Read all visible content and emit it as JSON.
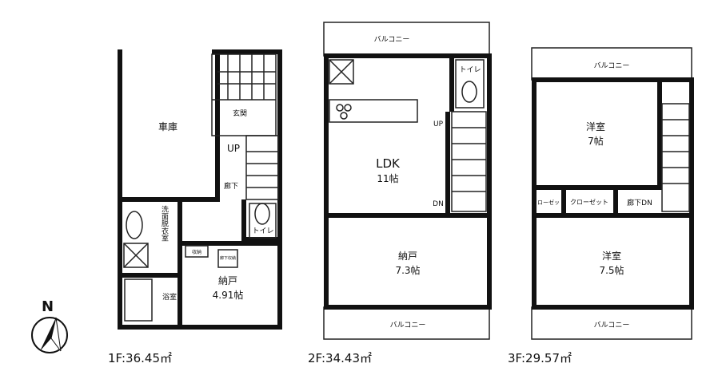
{
  "north": {
    "label": "N"
  },
  "floor1": {
    "area_label": "1F:36.45㎡",
    "rooms": {
      "garage": "車庫",
      "entrance": "玄関",
      "up": "UP",
      "hall": "廊下",
      "toilet": "トイレ",
      "washroom": "洗面脱衣室",
      "bath": "浴室",
      "storage_name": "納戸",
      "storage_size": "4.91帖",
      "closet": "収納",
      "hall_closet": "廊下収納"
    }
  },
  "floor2": {
    "area_label": "2F:34.43㎡",
    "rooms": {
      "balcony_top": "バルコニー",
      "toilet": "トイレ",
      "up": "UP",
      "dn": "DN",
      "ldk_name": "LDK",
      "ldk_size": "11帖",
      "storage_name": "納戸",
      "storage_size": "7.3帖",
      "balcony_bottom": "バルコニー"
    }
  },
  "floor3": {
    "area_label": "3F:29.57㎡",
    "rooms": {
      "balcony_top": "バルコニー",
      "room1_name": "洋室",
      "room1_size": "7帖",
      "closet1": "クロー\nゼット",
      "closet2": "クロー\nゼット",
      "hall_dn": "廊下DN",
      "room2_name": "洋室",
      "room2_size": "7.5帖",
      "balcony_bottom": "バルコニー"
    }
  }
}
